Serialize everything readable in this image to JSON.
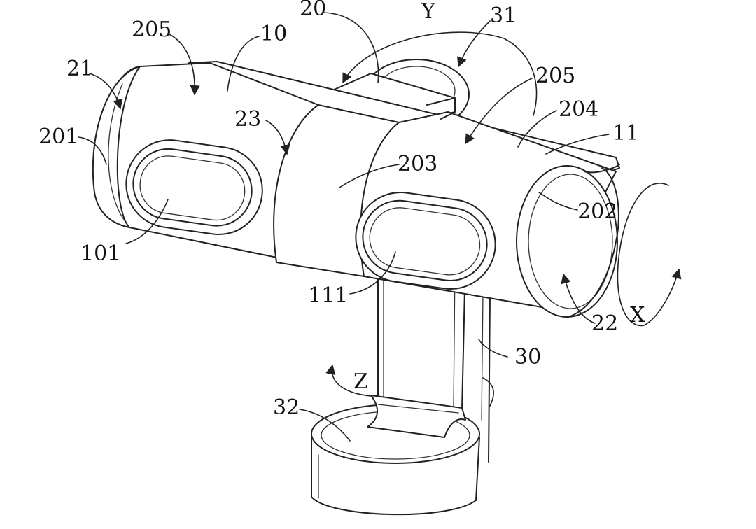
{
  "figure": {
    "labels": {
      "l205a": "205",
      "l10": "10",
      "l20": "20",
      "lY": "Y",
      "l31": "31",
      "l21": "21",
      "l205b": "205",
      "l204": "204",
      "l23": "23",
      "l11": "11",
      "l201": "201",
      "l203": "203",
      "l202": "202",
      "l101": "101",
      "l111": "111",
      "lX": "X",
      "l22": "22",
      "l30": "30",
      "lZ": "Z",
      "l32": "32"
    }
  },
  "colors": {
    "line": "#222222",
    "background": "#ffffff"
  }
}
